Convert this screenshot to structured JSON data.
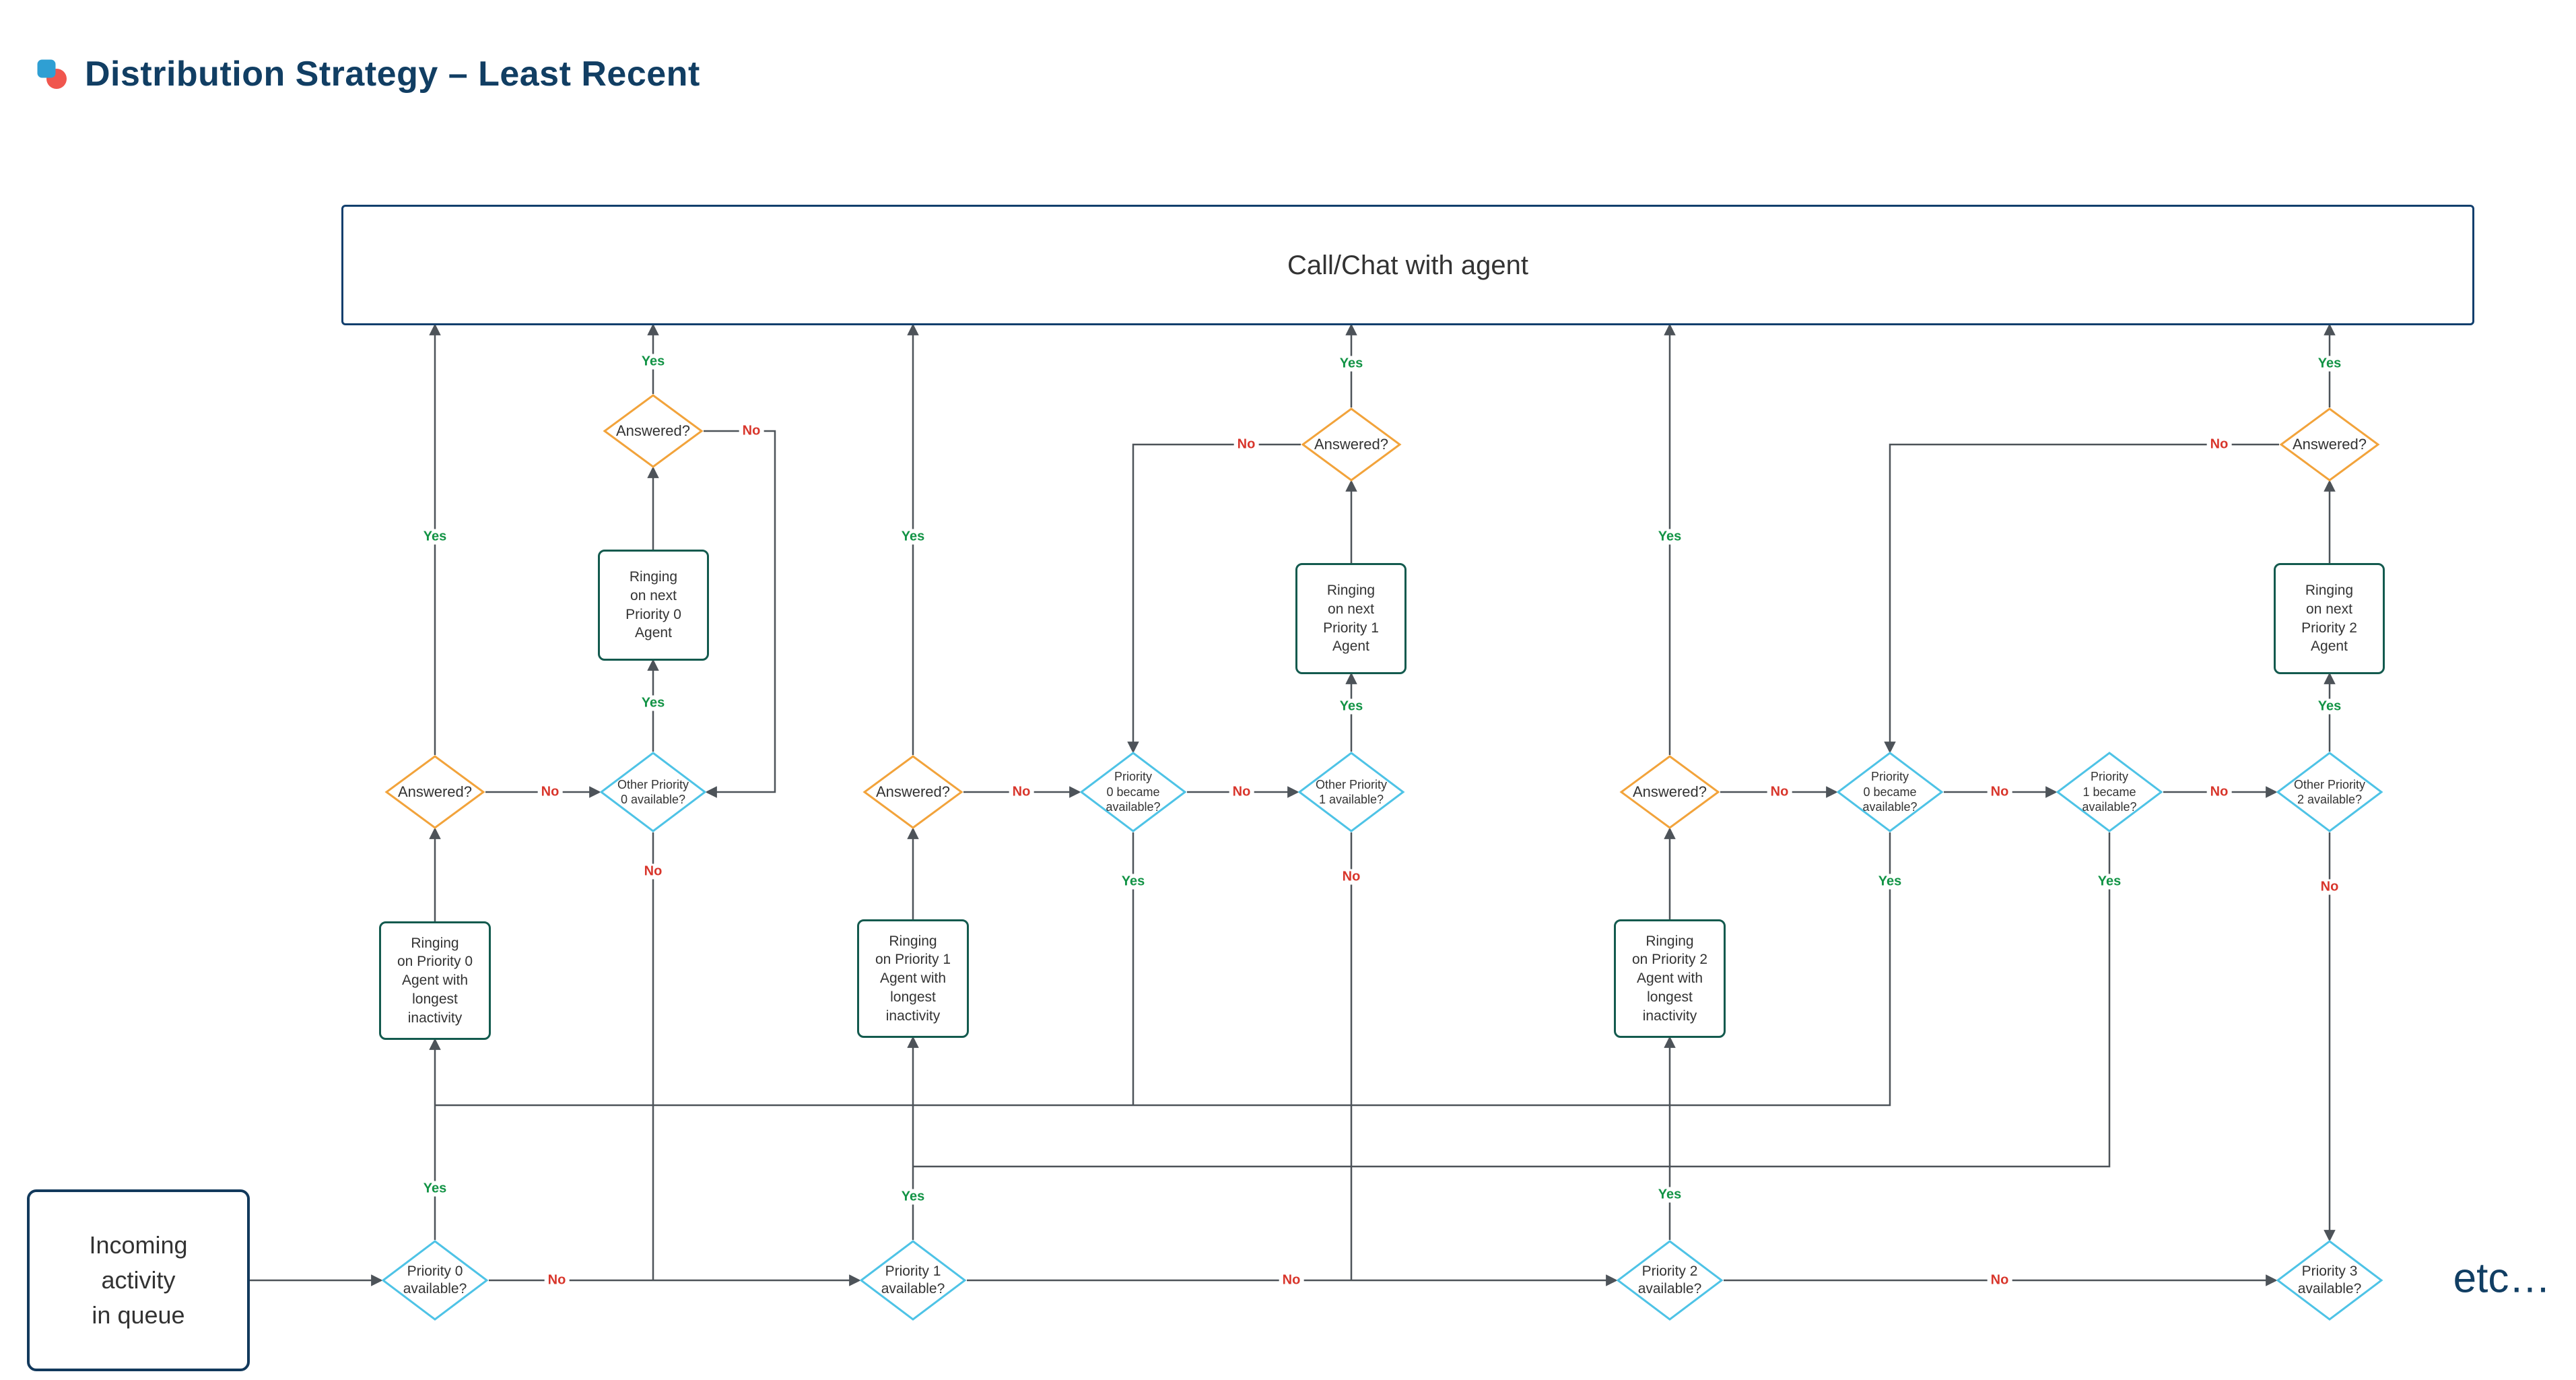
{
  "header": {
    "title": "Distribution Strategy – Least Recent"
  },
  "labels": {
    "yes": "Yes",
    "no": "No"
  },
  "nodes": {
    "call_chat": "Call/Chat with agent",
    "incoming": "Incoming\nactivity\nin queue",
    "p0_available": "Priority 0\navailable?",
    "p1_available": "Priority 1\navailable?",
    "p2_available": "Priority 2\navailable?",
    "p3_available": "Priority 3\navailable?",
    "answered": "Answered?",
    "other_p0": "Other Priority\n0 available?",
    "other_p1": "Other Priority\n1 available?",
    "other_p2": "Other Priority\n2 available?",
    "p0_became": "Priority\n0 became\navailable?",
    "p1_became": "Priority\n1 became\navailable?",
    "ringing_longest_p0": "Ringing\non Priority 0\nAgent with\nlongest\ninactivity",
    "ringing_longest_p1": "Ringing\non Priority 1\nAgent with\nlongest\ninactivity",
    "ringing_longest_p2": "Ringing\non Priority 2\nAgent with\nlongest\ninactivity",
    "ringing_next_p0": "Ringing\non next\nPriority 0\nAgent",
    "ringing_next_p1": "Ringing\non next\nPriority 1\nAgent",
    "ringing_next_p2": "Ringing\non next\nPriority 2\nAgent",
    "etc": "etc…"
  },
  "colors": {
    "title_navy": "#113e63",
    "connector": "#4d5359",
    "yes_green": "#129345",
    "no_red": "#d8352b",
    "diamond_blue": "#4ec3e6",
    "diamond_orange": "#f2a33b",
    "rect_teal": "#135a4e",
    "container_navy": "#123f6d"
  },
  "edges": [
    {
      "from": "incoming",
      "to": "p0_available",
      "label": ""
    },
    {
      "from": "p0_available",
      "to": "ringing_longest_p0",
      "label": "Yes"
    },
    {
      "from": "p0_available",
      "to": "p1_available",
      "label": "No"
    },
    {
      "from": "ringing_longest_p0",
      "to": "answered_p0",
      "label": ""
    },
    {
      "from": "answered_p0",
      "to": "call_chat",
      "label": "Yes"
    },
    {
      "from": "answered_p0",
      "to": "other_p0_available",
      "label": "No"
    },
    {
      "from": "other_p0_available",
      "to": "ringing_next_p0",
      "label": "Yes"
    },
    {
      "from": "other_p0_available",
      "to": "p1_available",
      "label": "No"
    },
    {
      "from": "ringing_next_p0",
      "to": "answered_next_p0",
      "label": ""
    },
    {
      "from": "answered_next_p0",
      "to": "call_chat",
      "label": "Yes"
    },
    {
      "from": "answered_next_p0",
      "to": "other_p0_available",
      "label": "No"
    },
    {
      "from": "p1_available",
      "to": "ringing_longest_p1",
      "label": "Yes"
    },
    {
      "from": "p1_available",
      "to": "p2_available",
      "label": "No"
    },
    {
      "from": "ringing_longest_p1",
      "to": "answered_p1",
      "label": ""
    },
    {
      "from": "answered_p1",
      "to": "call_chat",
      "label": "Yes"
    },
    {
      "from": "answered_p1",
      "to": "p0_became_1",
      "label": "No"
    },
    {
      "from": "p0_became_1",
      "to": "ringing_longest_p0",
      "label": "Yes"
    },
    {
      "from": "p0_became_1",
      "to": "other_p1_available",
      "label": "No"
    },
    {
      "from": "other_p1_available",
      "to": "ringing_next_p1",
      "label": "Yes"
    },
    {
      "from": "other_p1_available",
      "to": "p2_available",
      "label": "No"
    },
    {
      "from": "ringing_next_p1",
      "to": "answered_next_p1",
      "label": ""
    },
    {
      "from": "answered_next_p1",
      "to": "call_chat",
      "label": "Yes"
    },
    {
      "from": "answered_next_p1",
      "to": "p0_became_1",
      "label": "No"
    },
    {
      "from": "p2_available",
      "to": "ringing_longest_p2",
      "label": "Yes"
    },
    {
      "from": "p2_available",
      "to": "p3_available",
      "label": "No"
    },
    {
      "from": "ringing_longest_p2",
      "to": "answered_p2",
      "label": ""
    },
    {
      "from": "answered_p2",
      "to": "call_chat",
      "label": "Yes"
    },
    {
      "from": "answered_p2",
      "to": "p0_became_2",
      "label": "No"
    },
    {
      "from": "p0_became_2",
      "to": "ringing_longest_p0",
      "label": "Yes"
    },
    {
      "from": "p0_became_2",
      "to": "p1_became",
      "label": "No"
    },
    {
      "from": "p1_became",
      "to": "ringing_longest_p1",
      "label": "Yes"
    },
    {
      "from": "p1_became",
      "to": "other_p2_available",
      "label": "No"
    },
    {
      "from": "other_p2_available",
      "to": "ringing_next_p2",
      "label": "Yes"
    },
    {
      "from": "other_p2_available",
      "to": "p3_available",
      "label": "No"
    },
    {
      "from": "ringing_next_p2",
      "to": "answered_next_p2",
      "label": ""
    },
    {
      "from": "answered_next_p2",
      "to": "call_chat",
      "label": "Yes"
    },
    {
      "from": "answered_next_p2",
      "to": "p0_became_2",
      "label": "No"
    }
  ]
}
